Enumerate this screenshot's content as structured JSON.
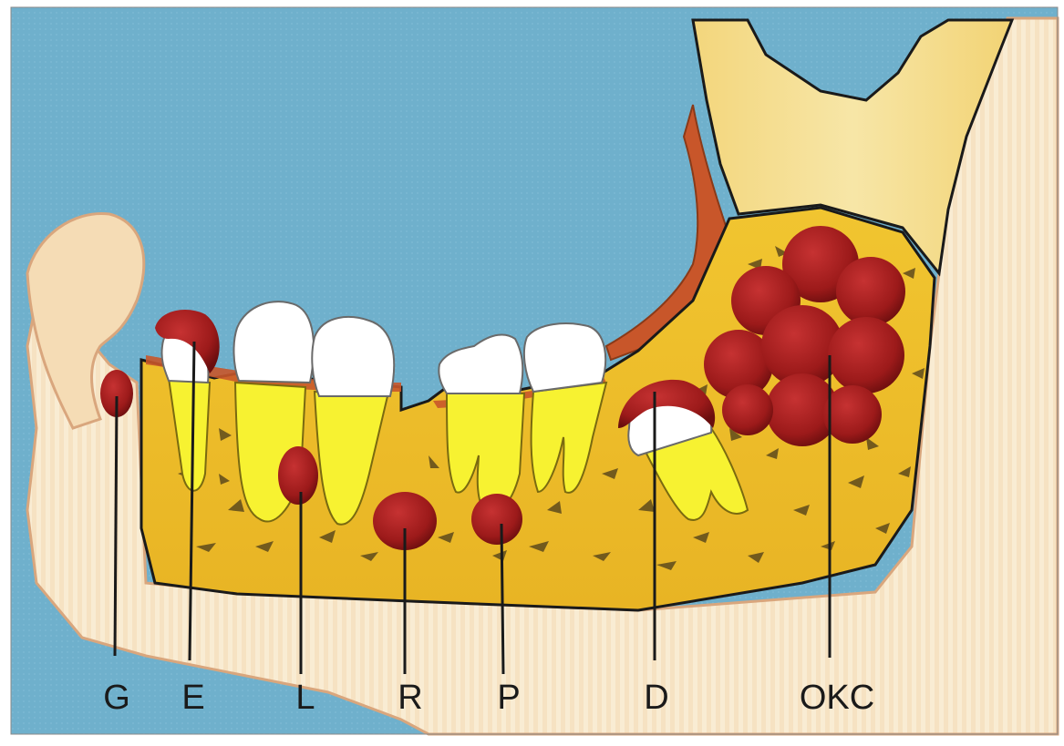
{
  "colors": {
    "background_water": "#6fb0cc",
    "soft_tissue": "#f6e2c2",
    "soft_tissue_edge": "#d9a67d",
    "bone": "#f0c230",
    "bone_spongy_marks": "#5e4a1c",
    "root": "#f7f231",
    "crown": "#ffffff",
    "gum": "#c8562a",
    "cyst": "#a01c1c",
    "leader_line": "#1a1a1a"
  },
  "labels": [
    {
      "id": "G",
      "text": "G"
    },
    {
      "id": "E",
      "text": "E"
    },
    {
      "id": "L",
      "text": "L"
    },
    {
      "id": "R",
      "text": "R"
    },
    {
      "id": "P",
      "text": "P"
    },
    {
      "id": "D",
      "text": "D"
    },
    {
      "id": "OKC",
      "text": "OKC"
    }
  ]
}
